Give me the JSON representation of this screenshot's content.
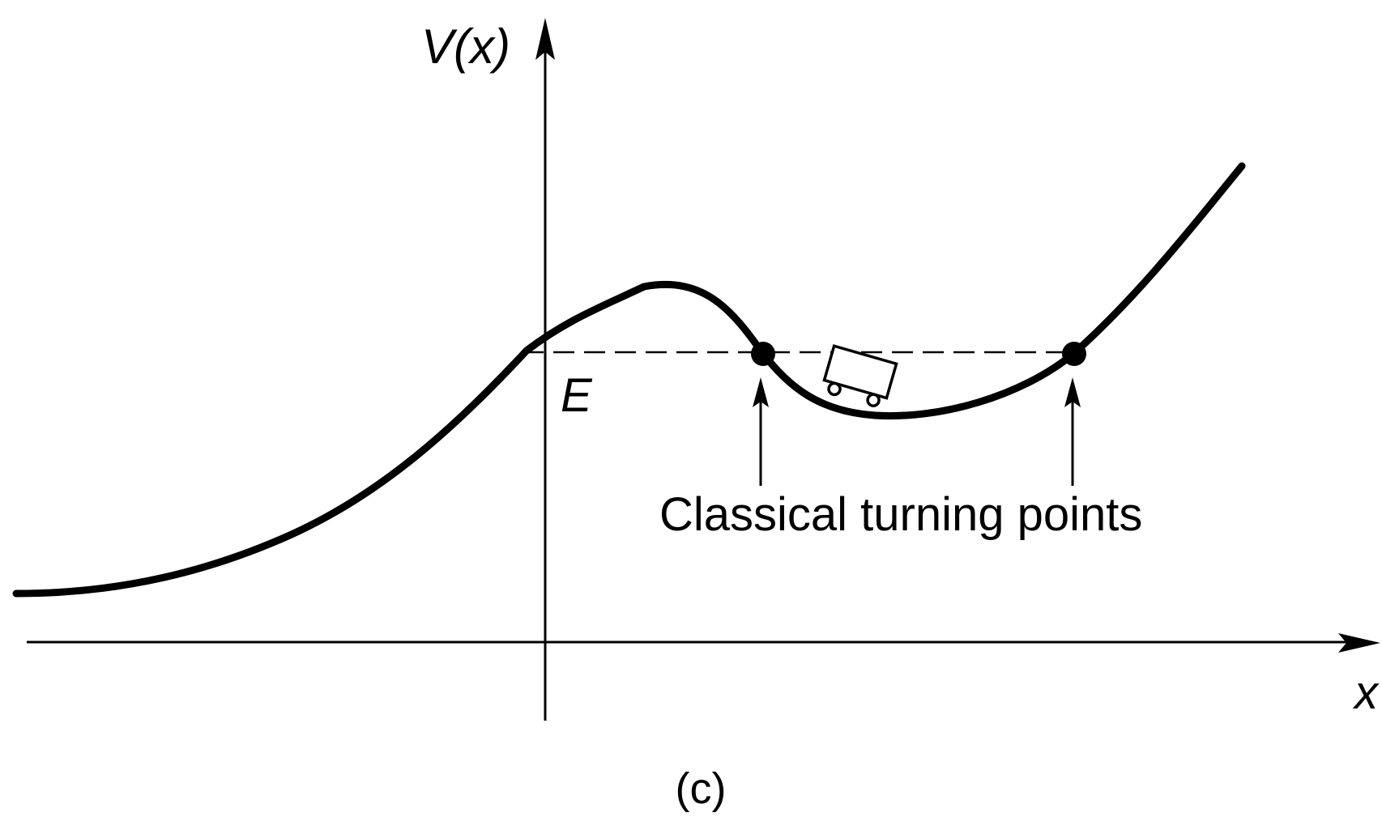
{
  "labels": {
    "y_axis": "V(x)",
    "x_axis": "x",
    "energy": "E",
    "turning_points": "Classical turning points",
    "panel": "(c)"
  },
  "colors": {
    "ink": "#000000",
    "background": "#ffffff"
  }
}
